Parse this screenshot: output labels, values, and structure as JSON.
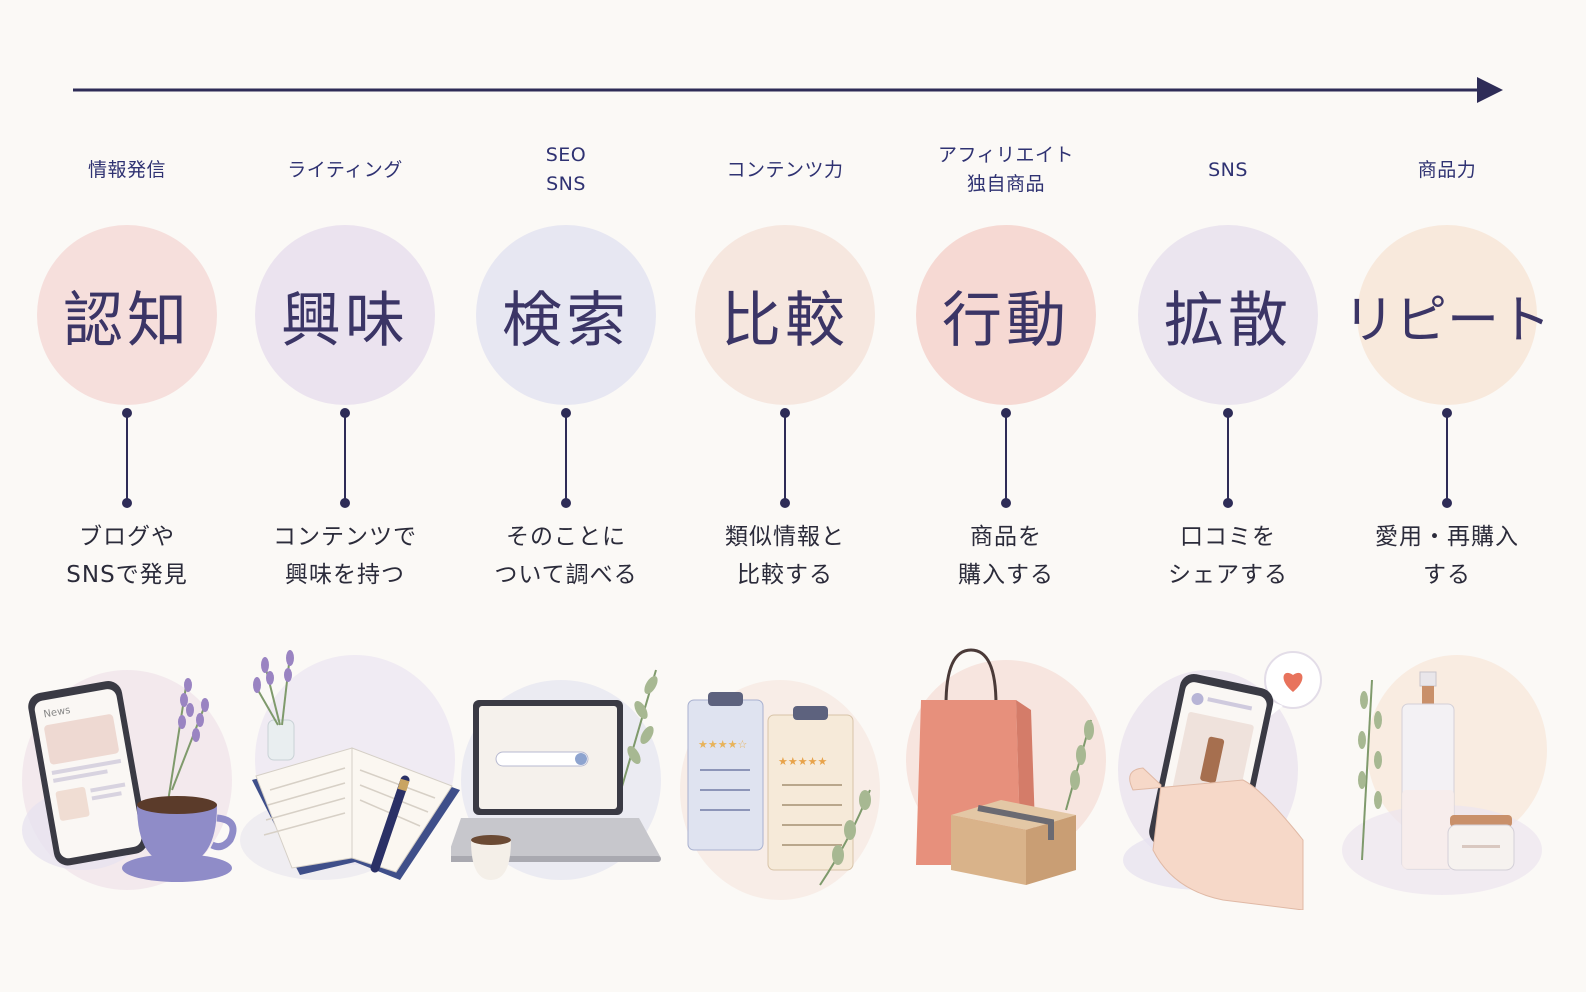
{
  "stages": [
    {
      "skill": [
        "情報発信"
      ],
      "label": "認知",
      "desc": [
        "ブログや",
        "SNSで発見"
      ],
      "circle_color": "#f6dfdc",
      "illustration": "smartphone-with-coffee-and-lavender",
      "icon": "smartphone-icon",
      "icon_title": "News"
    },
    {
      "skill": [
        "ライティング"
      ],
      "label": "興味",
      "desc": [
        "コンテンツで",
        "興味を持つ"
      ],
      "circle_color": "#ebe3ef",
      "illustration": "open-notebook-with-pen-and-lavender",
      "icon": "notebook-icon"
    },
    {
      "skill": [
        "SEO",
        "SNS"
      ],
      "label": "検索",
      "desc": [
        "そのことに",
        "ついて調べる"
      ],
      "circle_color": "#e7e7f2",
      "illustration": "laptop-with-search-bar",
      "icon": "laptop-search-icon"
    },
    {
      "skill": [
        "コンテンツ力"
      ],
      "label": "比較",
      "desc": [
        "類似情報と",
        "比較する"
      ],
      "circle_color": "#f6e7df",
      "illustration": "clipboards-with-ratings",
      "icon": "clipboard-icon"
    },
    {
      "skill": [
        "アフィリエイト",
        "独自商品"
      ],
      "label": "行動",
      "desc": [
        "商品を",
        "購入する"
      ],
      "circle_color": "#f6d9d3",
      "illustration": "shopping-bag-and-box",
      "icon": "shopping-bag-icon"
    },
    {
      "skill": [
        "SNS"
      ],
      "label": "拡散",
      "desc": [
        "口コミを",
        "シェアする"
      ],
      "circle_color": "#ebe5ef",
      "illustration": "hand-holding-phone-with-heart",
      "icon": "heart-share-icon"
    },
    {
      "skill": [
        "商品力"
      ],
      "label": "リピート",
      "desc": [
        "愛用・再購入",
        "する"
      ],
      "circle_color": "#f8e9dc",
      "illustration": "cosmetic-bottle-and-jar",
      "icon": "cosmetics-icon"
    }
  ],
  "colors": {
    "ink": "#2e2c57",
    "skill_text": "#2f3272",
    "background": "#fbf9f6"
  }
}
